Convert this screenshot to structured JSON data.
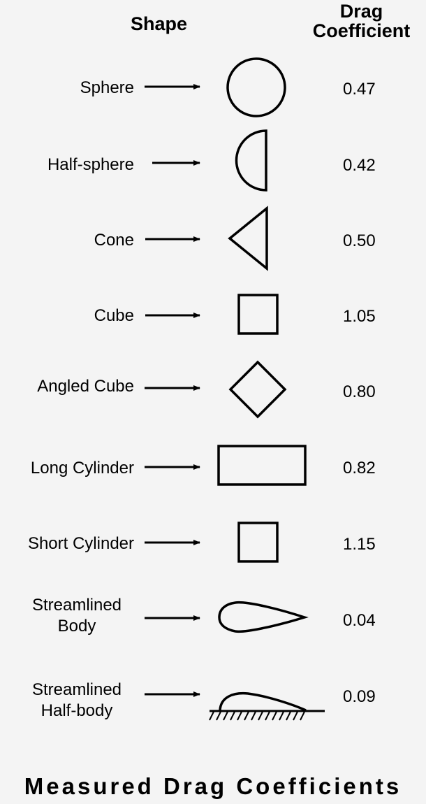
{
  "header": {
    "shape": "Shape",
    "drag_line1": "Drag",
    "drag_line2": "Coefficient"
  },
  "rows": [
    {
      "label": "Sphere",
      "value": "0.47",
      "shape": "sphere"
    },
    {
      "label": "Half-sphere",
      "value": "0.42",
      "shape": "half-sphere"
    },
    {
      "label": "Cone",
      "value": "0.50",
      "shape": "cone"
    },
    {
      "label": "Cube",
      "value": "1.05",
      "shape": "cube"
    },
    {
      "label": "Angled Cube",
      "value": "0.80",
      "shape": "angled-cube"
    },
    {
      "label": "Long Cylinder",
      "value": "0.82",
      "shape": "long-cylinder"
    },
    {
      "label": "Short Cylinder",
      "value": "1.15",
      "shape": "short-cylinder"
    },
    {
      "label_line1": "Streamlined",
      "label_line2": "Body",
      "value": "0.04",
      "shape": "streamlined-body"
    },
    {
      "label_line1": "Streamlined",
      "label_line2": "Half-body",
      "value": "0.09",
      "shape": "streamlined-half-body"
    }
  ],
  "footer": "Measured Drag Coefficients"
}
